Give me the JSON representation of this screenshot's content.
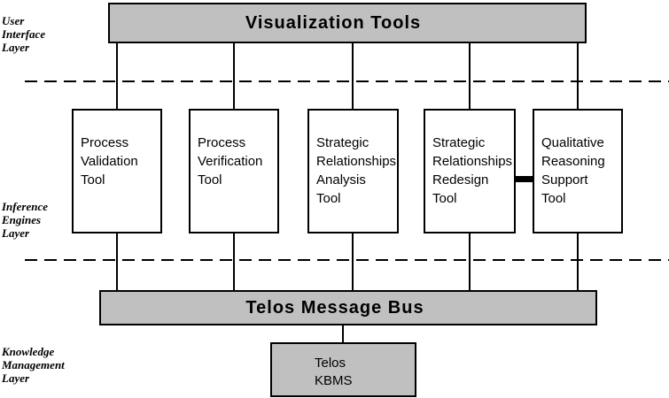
{
  "diagram": {
    "title": "Visualization Tools",
    "bus_label": "Telos Message Bus",
    "kbms_label": "Telos\nKBMS",
    "layer_labels": {
      "user_interface": "User\nInterface\nLayer",
      "inference_engines": "Inference\nEngines\nLayer",
      "knowledge_management": "Knowledge\nManagement\nLayer"
    },
    "tools": [
      {
        "label": "Process\nValidation\nTool"
      },
      {
        "label": "Process\nVerification\nTool"
      },
      {
        "label": "Strategic\nRelationships\nAnalysis\nTool"
      },
      {
        "label": "Strategic\nRelationships\nRedesign\nTool"
      },
      {
        "label": "Qualitative\nReasoning\nSupport\nTool"
      }
    ],
    "colors": {
      "box_fill": "#c0c0c0",
      "line": "#000000",
      "background": "#ffffff"
    }
  }
}
